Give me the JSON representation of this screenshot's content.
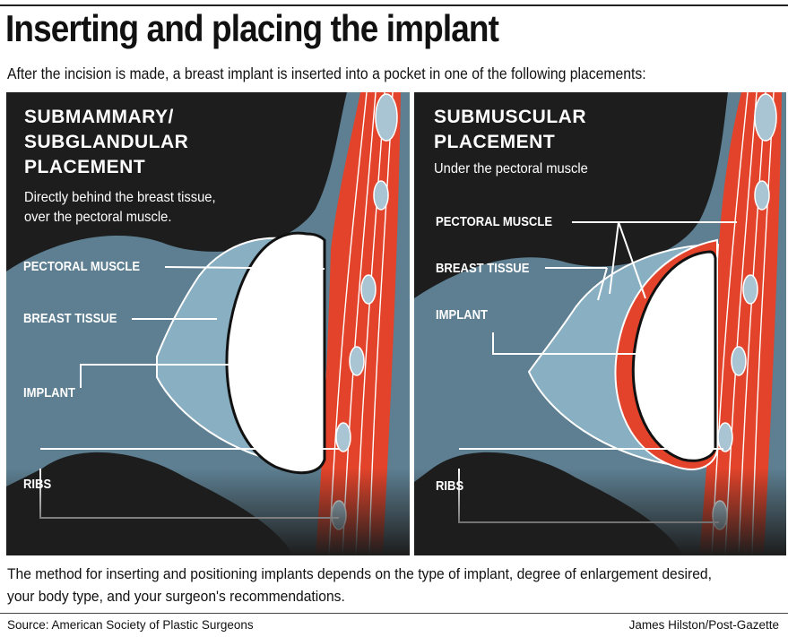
{
  "title": "Inserting and placing the implant",
  "subtitle": "After the incision is made, a breast implant is inserted into a pocket in one of the following placements:",
  "left_panel": {
    "heading": "SUBMAMMARY/\nSUBGLANDULAR\nPLACEMENT",
    "description": "Directly behind the breast tissue,\nover the pectoral muscle.",
    "labels": {
      "pectoral_muscle": "PECTORAL MUSCLE",
      "breast_tissue": "BREAST TISSUE",
      "implant": "IMPLANT",
      "ribs": "RIBS"
    }
  },
  "right_panel": {
    "heading": "SUBMUSCULAR\nPLACEMENT",
    "description": "Under the pectoral muscle",
    "labels": {
      "pectoral_muscle": "PECTORAL MUSCLE",
      "breast_tissue": "BREAST TISSUE",
      "implant": "IMPLANT",
      "ribs": "RIBS"
    }
  },
  "caption": "The method for inserting and positioning implants depends on the type of implant, degree of enlargement desired, your body type, and your surgeon's recommendations.",
  "source": "Source: American Society of Plastic Surgeons",
  "credit": "James Hilston/Post-Gazette",
  "colors": {
    "background_panel": "#1d1d1d",
    "body_outer": "#5d7f91",
    "breast_tissue": "#89afc2",
    "muscle": "#e2432a",
    "implant": "#ffffff",
    "rib": "#a9c4d2"
  }
}
